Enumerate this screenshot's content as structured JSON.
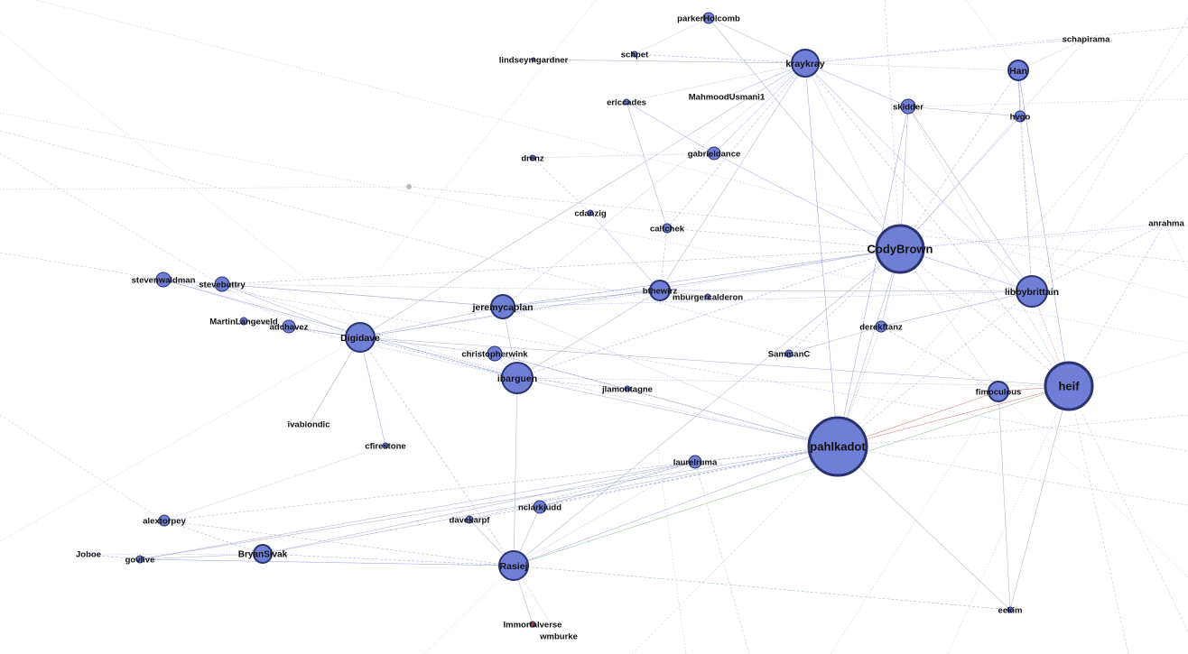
{
  "colors": {
    "background": "#ffffff",
    "node_fill": "#6f7fd6",
    "node_stroke": "#2a3370",
    "edge_default": "#9aa3c4",
    "edge_blue": "#3b4bc8",
    "edge_red": "#d05050",
    "edge_green": "#5aa05a",
    "isolated_node": "#bbbbbb"
  },
  "nodes": [
    {
      "id": "parkerHolcomb",
      "label": "parkerHolcomb"
    },
    {
      "id": "schapirama",
      "label": "schapirama"
    },
    {
      "id": "lindseymgardner",
      "label": "lindseymgardner"
    },
    {
      "id": "schpet",
      "label": "schpet"
    },
    {
      "id": "kraykray",
      "label": "kraykray"
    },
    {
      "id": "Han",
      "label": "Han"
    },
    {
      "id": "ericcades",
      "label": "ericcades"
    },
    {
      "id": "MahmoodUsmani1",
      "label": "MahmoodUsmani1"
    },
    {
      "id": "skidder",
      "label": "skidder"
    },
    {
      "id": "hvgo",
      "label": "hvgo"
    },
    {
      "id": "drenz",
      "label": "drenz"
    },
    {
      "id": "gabrieldance",
      "label": "gabrieldance"
    },
    {
      "id": "cdanzig",
      "label": "cdanzig"
    },
    {
      "id": "caltchek",
      "label": "caltchek"
    },
    {
      "id": "CodyBrown",
      "label": "CodyBrown"
    },
    {
      "id": "anrahma",
      "label": "anrahma"
    },
    {
      "id": "stevenwaldman",
      "label": "stevenwaldman"
    },
    {
      "id": "stevebuttry",
      "label": "stevebuttry"
    },
    {
      "id": "jeremycaplan",
      "label": "jeremycaplan"
    },
    {
      "id": "bthewirz",
      "label": "bthewirz"
    },
    {
      "id": "mburgercalderon",
      "label": "mburgercalderon"
    },
    {
      "id": "libbybrittain",
      "label": "libbybrittain"
    },
    {
      "id": "MartinLangeveld",
      "label": "MartinLangeveld"
    },
    {
      "id": "adchavez",
      "label": "adchavez"
    },
    {
      "id": "Digidave",
      "label": "Digidave"
    },
    {
      "id": "derekftanz",
      "label": "derekftanz"
    },
    {
      "id": "christopherwink",
      "label": "christopherwink"
    },
    {
      "id": "SammanC",
      "label": "SammanC"
    },
    {
      "id": "ibarguen",
      "label": "ibarguen"
    },
    {
      "id": "jlamontagne",
      "label": "jlamontagne"
    },
    {
      "id": "fimoculous",
      "label": "fimoculous"
    },
    {
      "id": "heif",
      "label": "heif"
    },
    {
      "id": "ivabiondic",
      "label": "ivabiondic"
    },
    {
      "id": "cfirestone",
      "label": "cfirestone"
    },
    {
      "id": "pahlkadot",
      "label": "pahlkadot"
    },
    {
      "id": "laurelruma",
      "label": "laurelruma"
    },
    {
      "id": "nclarkjudd",
      "label": "nclarkjudd"
    },
    {
      "id": "alextorpey",
      "label": "alextorpey"
    },
    {
      "id": "davekarpf",
      "label": "davekarpf"
    },
    {
      "id": "Joboe",
      "label": "Joboe"
    },
    {
      "id": "govlive",
      "label": "govlive"
    },
    {
      "id": "BryanSivak",
      "label": "BryanSivak"
    },
    {
      "id": "Rasiej",
      "label": "Rasiej"
    },
    {
      "id": "eekim",
      "label": "eekim"
    },
    {
      "id": "Immortalverse",
      "label": "Immortalverse"
    },
    {
      "id": "wmburke",
      "label": "wmburke"
    }
  ],
  "edges": [
    [
      "CodyBrown",
      "libbybrittain"
    ],
    [
      "CodyBrown",
      "heif"
    ],
    [
      "CodyBrown",
      "pahlkadot"
    ],
    [
      "CodyBrown",
      "kraykray"
    ],
    [
      "CodyBrown",
      "skidder"
    ],
    [
      "CodyBrown",
      "Han"
    ],
    [
      "CodyBrown",
      "jeremycaplan"
    ],
    [
      "CodyBrown",
      "bthewirz"
    ],
    [
      "CodyBrown",
      "Digidave"
    ],
    [
      "CodyBrown",
      "ibarguen"
    ],
    [
      "CodyBrown",
      "derekftanz"
    ],
    [
      "CodyBrown",
      "fimoculous"
    ],
    [
      "CodyBrown",
      "gabrieldance"
    ],
    [
      "CodyBrown",
      "caltchek"
    ],
    [
      "CodyBrown",
      "parkerHolcomb"
    ],
    [
      "CodyBrown",
      "anrahma"
    ],
    [
      "CodyBrown",
      "Rasiej"
    ],
    [
      "CodyBrown",
      "stevebuttry"
    ],
    [
      "CodyBrown",
      "hvgo"
    ],
    [
      "CodyBrown",
      "schapirama"
    ],
    [
      "pahlkadot",
      "heif"
    ],
    [
      "pahlkadot",
      "libbybrittain"
    ],
    [
      "pahlkadot",
      "ibarguen"
    ],
    [
      "pahlkadot",
      "Digidave"
    ],
    [
      "pahlkadot",
      "Rasiej"
    ],
    [
      "pahlkadot",
      "laurelruma"
    ],
    [
      "pahlkadot",
      "fimoculous"
    ],
    [
      "pahlkadot",
      "jeremycaplan"
    ],
    [
      "pahlkadot",
      "BryanSivak"
    ],
    [
      "pahlkadot",
      "nclarkjudd"
    ],
    [
      "pahlkadot",
      "kraykray"
    ],
    [
      "pahlkadot",
      "derekftanz"
    ],
    [
      "pahlkadot",
      "govlive"
    ],
    [
      "pahlkadot",
      "davekarpf"
    ],
    [
      "pahlkadot",
      "eekim"
    ],
    [
      "pahlkadot",
      "jlamontagne"
    ],
    [
      "pahlkadot",
      "skidder"
    ],
    [
      "pahlkadot",
      "alextorpey"
    ],
    [
      "pahlkadot",
      "christopherwink"
    ],
    [
      "heif",
      "libbybrittain"
    ],
    [
      "heif",
      "fimoculous"
    ],
    [
      "heif",
      "kraykray"
    ],
    [
      "heif",
      "Han"
    ],
    [
      "heif",
      "ibarguen"
    ],
    [
      "heif",
      "Digidave"
    ],
    [
      "heif",
      "anrahma"
    ],
    [
      "heif",
      "eekim"
    ],
    [
      "heif",
      "skidder"
    ],
    [
      "libbybrittain",
      "kraykray"
    ],
    [
      "libbybrittain",
      "Han"
    ],
    [
      "libbybrittain",
      "skidder"
    ],
    [
      "libbybrittain",
      "jeremycaplan"
    ],
    [
      "libbybrittain",
      "bthewirz"
    ],
    [
      "libbybrittain",
      "anrahma"
    ],
    [
      "libbybrittain",
      "derekftanz"
    ],
    [
      "libbybrittain",
      "hvgo"
    ],
    [
      "Digidave",
      "jeremycaplan"
    ],
    [
      "Digidave",
      "ibarguen"
    ],
    [
      "Digidave",
      "stevebuttry"
    ],
    [
      "Digidave",
      "stevenwaldman"
    ],
    [
      "Digidave",
      "adchavez"
    ],
    [
      "Digidave",
      "MartinLangeveld"
    ],
    [
      "Digidave",
      "christopherwink"
    ],
    [
      "Digidave",
      "bthewirz"
    ],
    [
      "Digidave",
      "kraykray"
    ],
    [
      "Digidave",
      "Rasiej"
    ],
    [
      "Digidave",
      "cfirestone"
    ],
    [
      "Digidave",
      "ivabiondic"
    ],
    [
      "ibarguen",
      "jeremycaplan"
    ],
    [
      "ibarguen",
      "christopherwink"
    ],
    [
      "ibarguen",
      "Rasiej"
    ],
    [
      "ibarguen",
      "stevebuttry"
    ],
    [
      "ibarguen",
      "stevenwaldman"
    ],
    [
      "ibarguen",
      "jlamontagne"
    ],
    [
      "ibarguen",
      "bthewirz"
    ],
    [
      "ibarguen",
      "adchavez"
    ],
    [
      "jeremycaplan",
      "stevebuttry"
    ],
    [
      "jeremycaplan",
      "stevenwaldman"
    ],
    [
      "jeremycaplan",
      "bthewirz"
    ],
    [
      "jeremycaplan",
      "kraykray"
    ],
    [
      "Rasiej",
      "nclarkjudd"
    ],
    [
      "Rasiej",
      "BryanSivak"
    ],
    [
      "Rasiej",
      "davekarpf"
    ],
    [
      "Rasiej",
      "laurelruma"
    ],
    [
      "Rasiej",
      "govlive"
    ],
    [
      "Rasiej",
      "alextorpey"
    ],
    [
      "Rasiej",
      "Immortalverse"
    ],
    [
      "Rasiej",
      "wmburke"
    ],
    [
      "Rasiej",
      "heif"
    ],
    [
      "Rasiej",
      "eekim"
    ],
    [
      "kraykray",
      "skidder"
    ],
    [
      "kraykray",
      "Han"
    ],
    [
      "kraykray",
      "parkerHolcomb"
    ],
    [
      "kraykray",
      "schpet"
    ],
    [
      "kraykray",
      "lindseymgardner"
    ],
    [
      "kraykray",
      "ericcades"
    ],
    [
      "kraykray",
      "gabrieldance"
    ],
    [
      "kraykray",
      "caltchek"
    ],
    [
      "kraykray",
      "bthewirz"
    ],
    [
      "kraykray",
      "schapirama"
    ],
    [
      "bthewirz",
      "mburgercalderon"
    ],
    [
      "bthewirz",
      "caltchek"
    ],
    [
      "bthewirz",
      "cdanzig"
    ],
    [
      "bthewirz",
      "stevebuttry"
    ],
    [
      "BryanSivak",
      "govlive"
    ],
    [
      "BryanSivak",
      "alextorpey"
    ],
    [
      "BryanSivak",
      "laurelruma"
    ],
    [
      "BryanSivak",
      "Joboe"
    ],
    [
      "laurelruma",
      "nclarkjudd"
    ],
    [
      "laurelruma",
      "davekarpf"
    ],
    [
      "laurelruma",
      "govlive"
    ],
    [
      "stevebuttry",
      "stevenwaldman"
    ],
    [
      "adchavez",
      "MartinLangeveld"
    ],
    [
      "christopherwink",
      "jlamontagne"
    ],
    [
      "Han",
      "hvgo"
    ],
    [
      "Han",
      "schapirama"
    ],
    [
      "skidder",
      "hvgo"
    ],
    [
      "fimoculous",
      "derekftanz"
    ],
    [
      "fimoculous",
      "eekim"
    ],
    [
      "gabrieldance",
      "drenz"
    ],
    [
      "gabrieldance",
      "ericcades"
    ],
    [
      "cdanzig",
      "drenz"
    ],
    [
      "caltchek",
      "ericcades"
    ],
    [
      "parkerHolcomb",
      "schpet"
    ],
    [
      "SammanC",
      "derekftanz"
    ],
    [
      "SammanC",
      "CodyBrown"
    ],
    [
      "MahmoodUsmani1",
      "kraykray"
    ],
    [
      "cfirestone",
      "alextorpey"
    ],
    [
      "ivabiondic",
      "Digidave"
    ],
    [
      "Joboe",
      "govlive"
    ]
  ]
}
